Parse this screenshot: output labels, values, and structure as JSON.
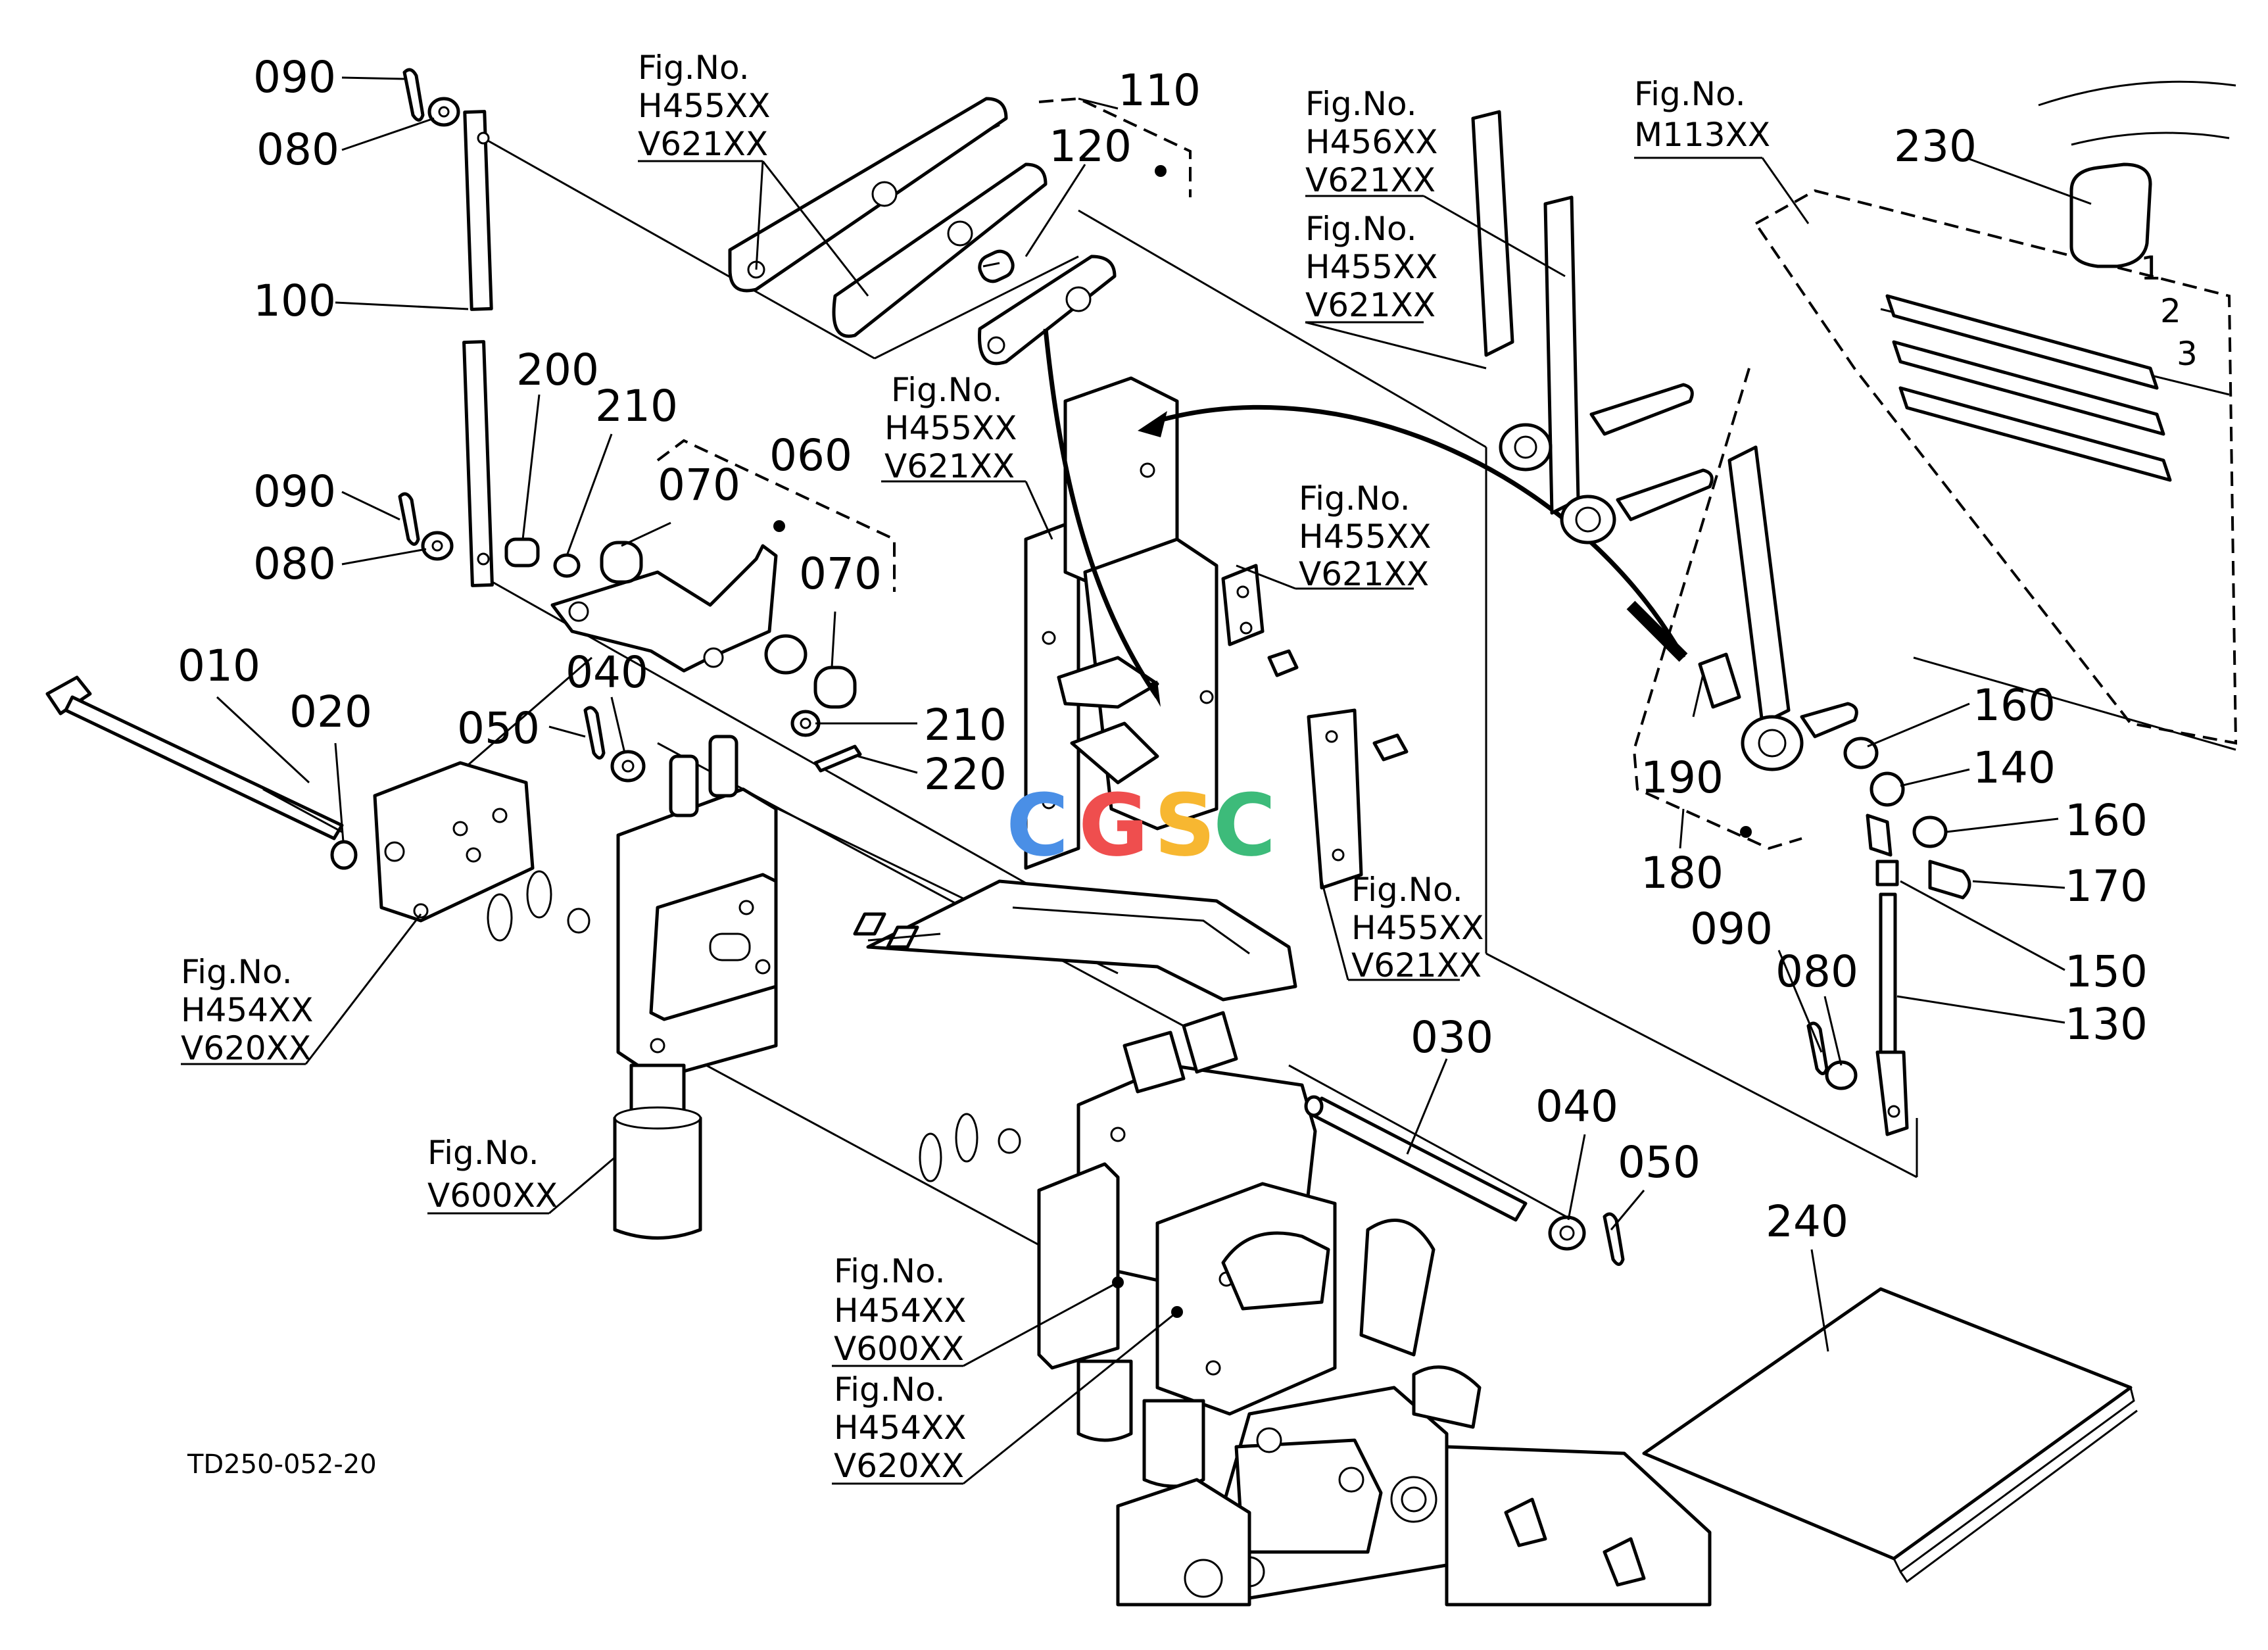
{
  "diagram_code": "TD250-052-20",
  "watermark": {
    "letters": [
      "C",
      "G",
      "S",
      "C"
    ],
    "colors": [
      "#4a8fe6",
      "#ef4e4e",
      "#f7b731",
      "#3dbb7a"
    ]
  },
  "part_labels": {
    "p010": "010",
    "p020": "020",
    "p030": "030",
    "p040a": "040",
    "p040b": "040",
    "p050a": "050",
    "p050b": "050",
    "p060": "060",
    "p070a": "070",
    "p070b": "070",
    "p080a": "080",
    "p080b": "080",
    "p080c": "080",
    "p090a": "090",
    "p090b": "090",
    "p090c": "090",
    "p100": "100",
    "p110": "110",
    "p120": "120",
    "p130": "130",
    "p140": "140",
    "p150": "150",
    "p160a": "160",
    "p160b": "160",
    "p170": "170",
    "p180": "180",
    "p190": "190",
    "p200": "200",
    "p210a": "210",
    "p210b": "210",
    "p220": "220",
    "p230": "230",
    "p240": "240"
  },
  "figure_refs": {
    "ref_top": {
      "head": "Fig.No.",
      "line1": "H455XX",
      "line2": "V621XX"
    },
    "ref_mid": {
      "head": "Fig.No.",
      "line1": "H455XX",
      "line2": "V621XX"
    },
    "ref_bracket1": {
      "head": "Fig.No.",
      "line1": "H455XX",
      "line2": "V621XX"
    },
    "ref_bracket2": {
      "head": "Fig.No.",
      "line1": "H455XX",
      "line2": "V621XX"
    },
    "ref_lever_a": {
      "head": "Fig.No.",
      "line1": "H456XX",
      "line2": "V621XX"
    },
    "ref_lever_b": {
      "head": "Fig.No.",
      "line1": "H455XX",
      "line2": "V621XX"
    },
    "ref_panel": {
      "head": "Fig.No.",
      "line1": "M113XX"
    },
    "ref_plate": {
      "head": "Fig.No.",
      "line1": "H454XX",
      "line2": "V620XX"
    },
    "ref_cyl": {
      "head": "Fig.No.",
      "line1": "V600XX"
    },
    "ref_valve_a": {
      "head": "Fig.No.",
      "line1": "H454XX",
      "line2": "V600XX"
    },
    "ref_valve_b": {
      "head": "Fig.No.",
      "line1": "H454XX",
      "line2": "V620XX"
    }
  },
  "shift_gate_marks": [
    "1",
    "2",
    "3"
  ]
}
